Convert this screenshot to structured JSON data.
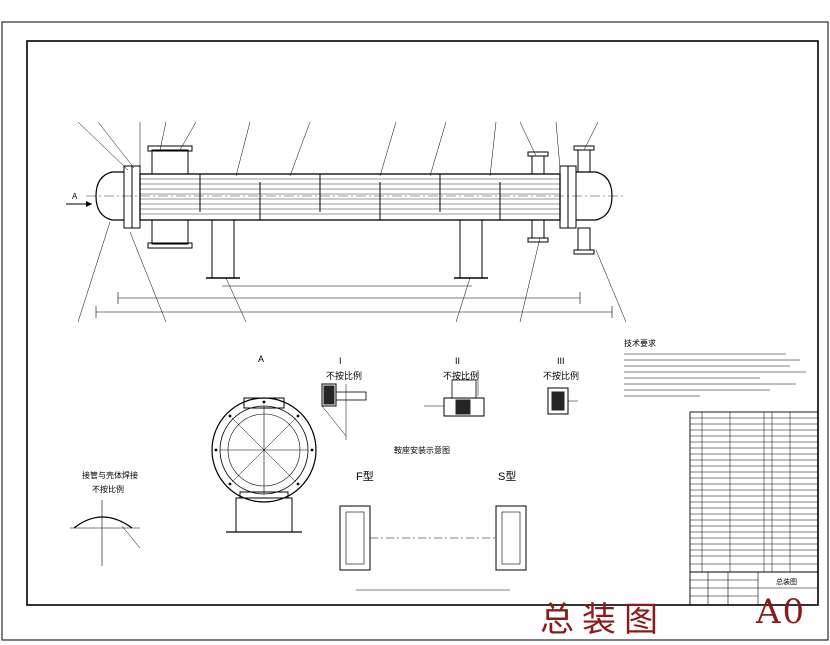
{
  "caption": {
    "title_cn": "总装图",
    "size_code": "A0"
  },
  "views": {
    "section_a": "A",
    "detail_1": {
      "num": "I",
      "label": "不按比例"
    },
    "detail_2": {
      "num": "II",
      "label": "不按比例"
    },
    "detail_3": {
      "num": "III",
      "label": "不按比例"
    },
    "joint_detail": {
      "line1": "接管与壳体焊接",
      "line2": "不按比例"
    },
    "saddle_title": "鞍座安装示意图",
    "saddle_f": "F型",
    "saddle_s": "S型",
    "view_arrow": "A"
  },
  "tech_req": {
    "title": "技术要求"
  },
  "title_block": {
    "name": "总装图"
  },
  "colors": {
    "line": "#000000",
    "caption": "#8b1a1a"
  }
}
